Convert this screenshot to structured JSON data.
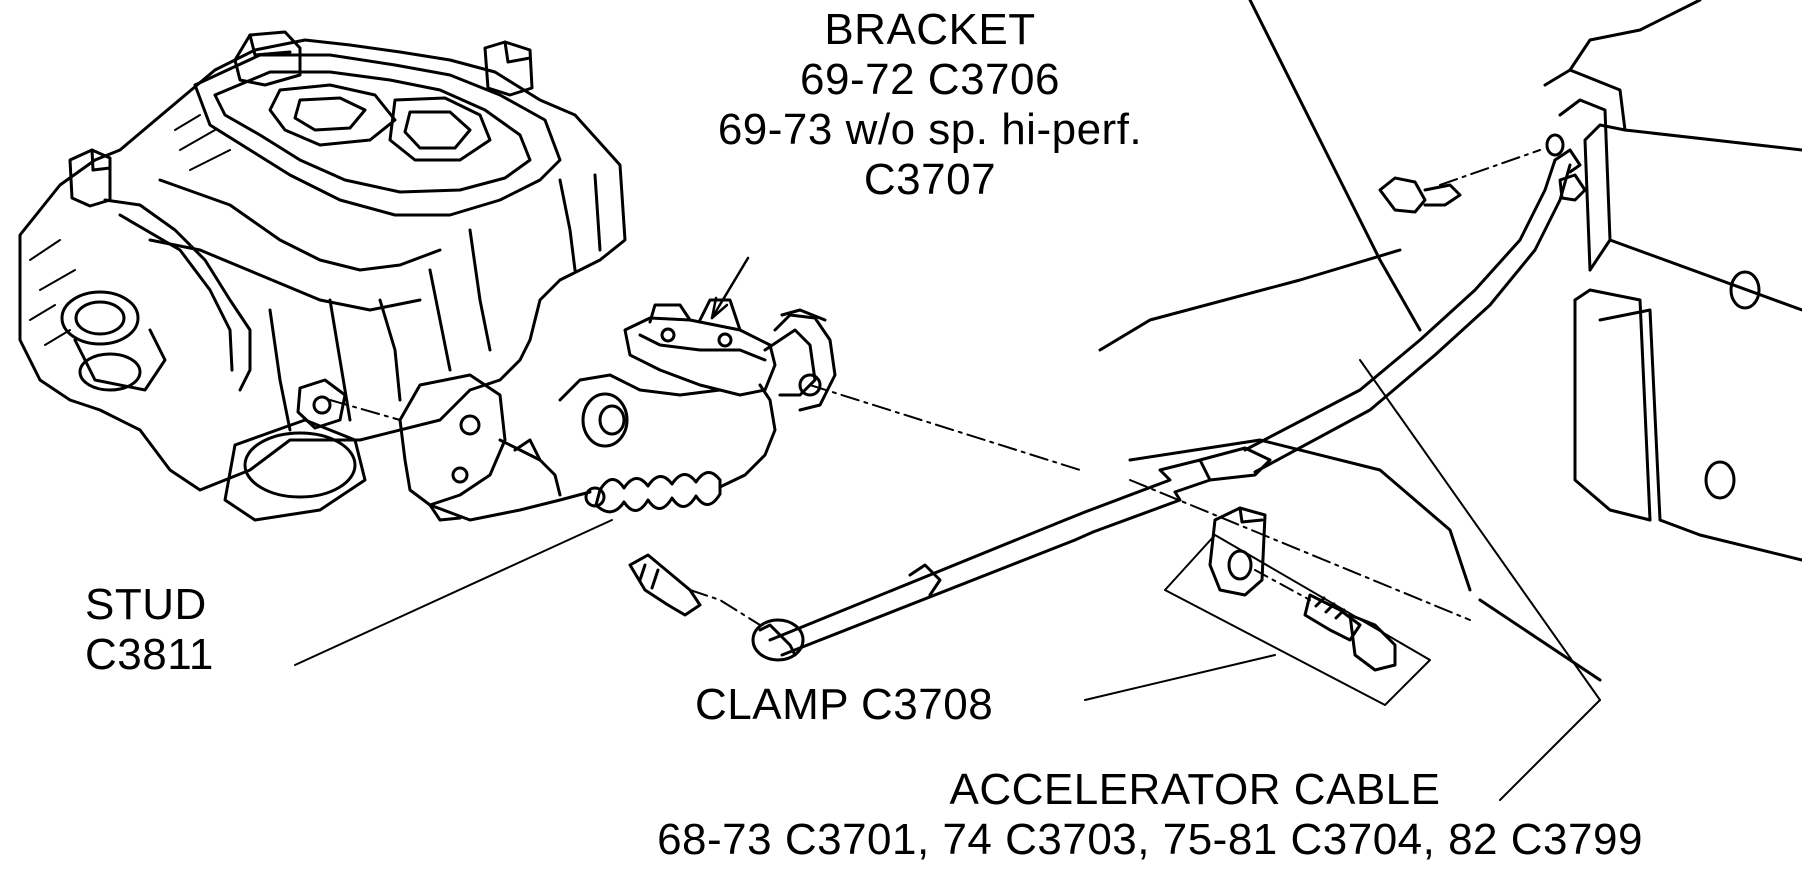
{
  "colors": {
    "ink": "#000000",
    "paper": "#ffffff"
  },
  "labels": {
    "bracket": {
      "title": "BRACKET",
      "line1": "69-72 C3706",
      "line2": "69-73 w/o sp. hi-perf.",
      "line3": "C3707"
    },
    "stud": {
      "title": "STUD",
      "part": "C3811"
    },
    "clamp": {
      "text": "CLAMP C3708"
    },
    "accelerator_cable": {
      "title": "ACCELERATOR CABLE",
      "parts": "68-73 C3701, 74 C3703, 75-81 C3704, 82 C3799"
    }
  }
}
